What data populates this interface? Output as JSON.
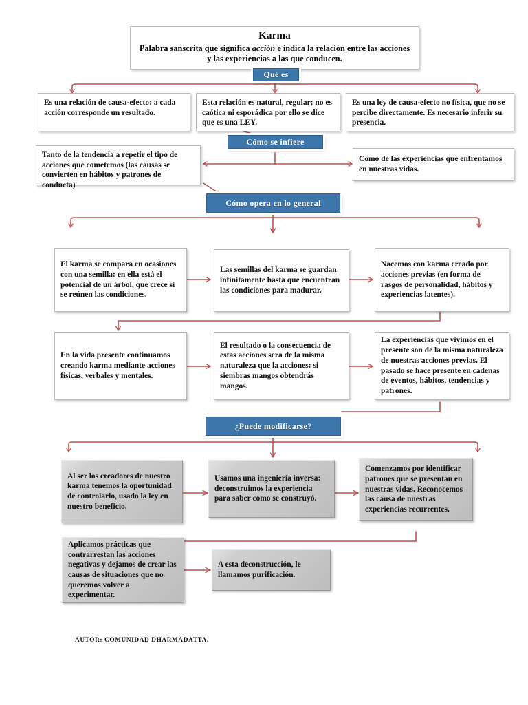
{
  "document": {
    "title": "Karma",
    "subtitle_prefix": "Palabra sanscrita que significa ",
    "subtitle_italic": "acción",
    "subtitle_suffix": " e indica la relación entre las acciones y las experiencias a las que conducen.",
    "author_line": "AUTOR: COMUNIDAD DHARMADATTA."
  },
  "colors": {
    "header_blue": "#3d76ab",
    "connector_red": "#c0504d",
    "grey_fill": "#c9c9c9",
    "box_border": "#b9b9b9",
    "text": "#111111"
  },
  "sections": [
    {
      "id": "que-es",
      "label": "Qué es"
    },
    {
      "id": "como-se-infiere",
      "label": "Cómo se infiere"
    },
    {
      "id": "como-opera",
      "label": "Cómo opera en lo general"
    },
    {
      "id": "puede-modificarse",
      "label": "¿Puede modificarse?"
    }
  ],
  "que_es_boxes": [
    {
      "text": "Es una relación de causa-efecto: a cada acción corresponde un resultado."
    },
    {
      "text": "Esta relación es natural, regular; no es caótica ni esporádica por ello se dice que es una LEY."
    },
    {
      "text": "Es una ley de causa-efecto no física, que no se percibe directamente. Es necesario inferir su presencia."
    }
  ],
  "como_se_infiere_boxes": [
    {
      "text": "Tanto de la tendencia a repetir el tipo de acciones que cometemos (las causas se convierten en hábitos y patrones de conducta)"
    },
    {
      "text": "Como de las experiencias que enfrentamos en nuestras vidas."
    }
  ],
  "como_opera_boxes": [
    {
      "text": "El karma se compara en ocasiones con una semilla: en ella está el potencial de un árbol, que crece si se reúnen las condiciones."
    },
    {
      "text": "Las semillas del karma se guardan infinitamente hasta que encuentran las condiciones para madurar."
    },
    {
      "text": "Nacemos con karma creado por acciones previas (en forma de rasgos de personalidad, hábitos y experiencias latentes)."
    },
    {
      "text": "En la vida presente continuamos creando karma mediante acciones físicas, verbales y mentales."
    },
    {
      "text": "El resultado o la consecuencia de estas acciones será de la misma naturaleza que la acciones: si siembras mangos obtendrás mangos."
    },
    {
      "text": "La experiencias que vivimos en el presente son de la misma naturaleza de nuestras acciones previas. El pasado se hace presente en cadenas de eventos, hábitos, tendencias y patrones."
    }
  ],
  "puede_modificarse_boxes": [
    {
      "text": "Al ser los creadores de nuestro  karma tenemos la oportunidad de controlarlo, usado la ley en nuestro beneficio."
    },
    {
      "text": "Usamos una ingeniería inversa:  deconstruimos la experiencia para saber como se construyó."
    },
    {
      "text": "Comenzamos por identificar patrones que se presentan en nuestras vidas. Reconocemos las causa de nuestras experiencias recurrentes."
    },
    {
      "text": "Aplicamos prácticas que contrarrestan las acciones negativas y dejamos de crear las causas de situaciones que no queremos volver a experimentar."
    },
    {
      "text": "A esta deconstrucción, le llamamos purificación."
    }
  ]
}
